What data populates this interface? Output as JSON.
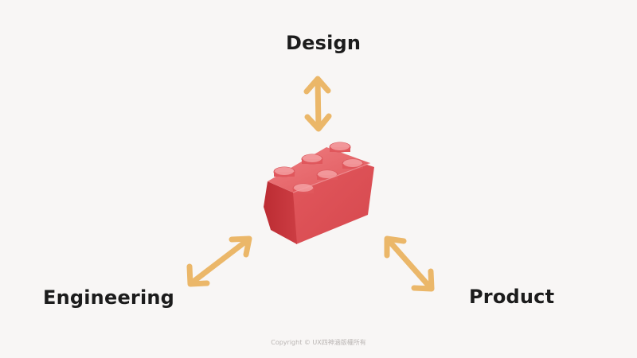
{
  "labels": {
    "design": "Design",
    "engineering": "Engineering",
    "product": "Product"
  },
  "copyright": "Copyright © UX四神涵版權所有",
  "colors": {
    "background": "#f8f6f5",
    "arrow": "#eab25e",
    "brick": "#d94b50",
    "text": "#1c1c1c"
  }
}
